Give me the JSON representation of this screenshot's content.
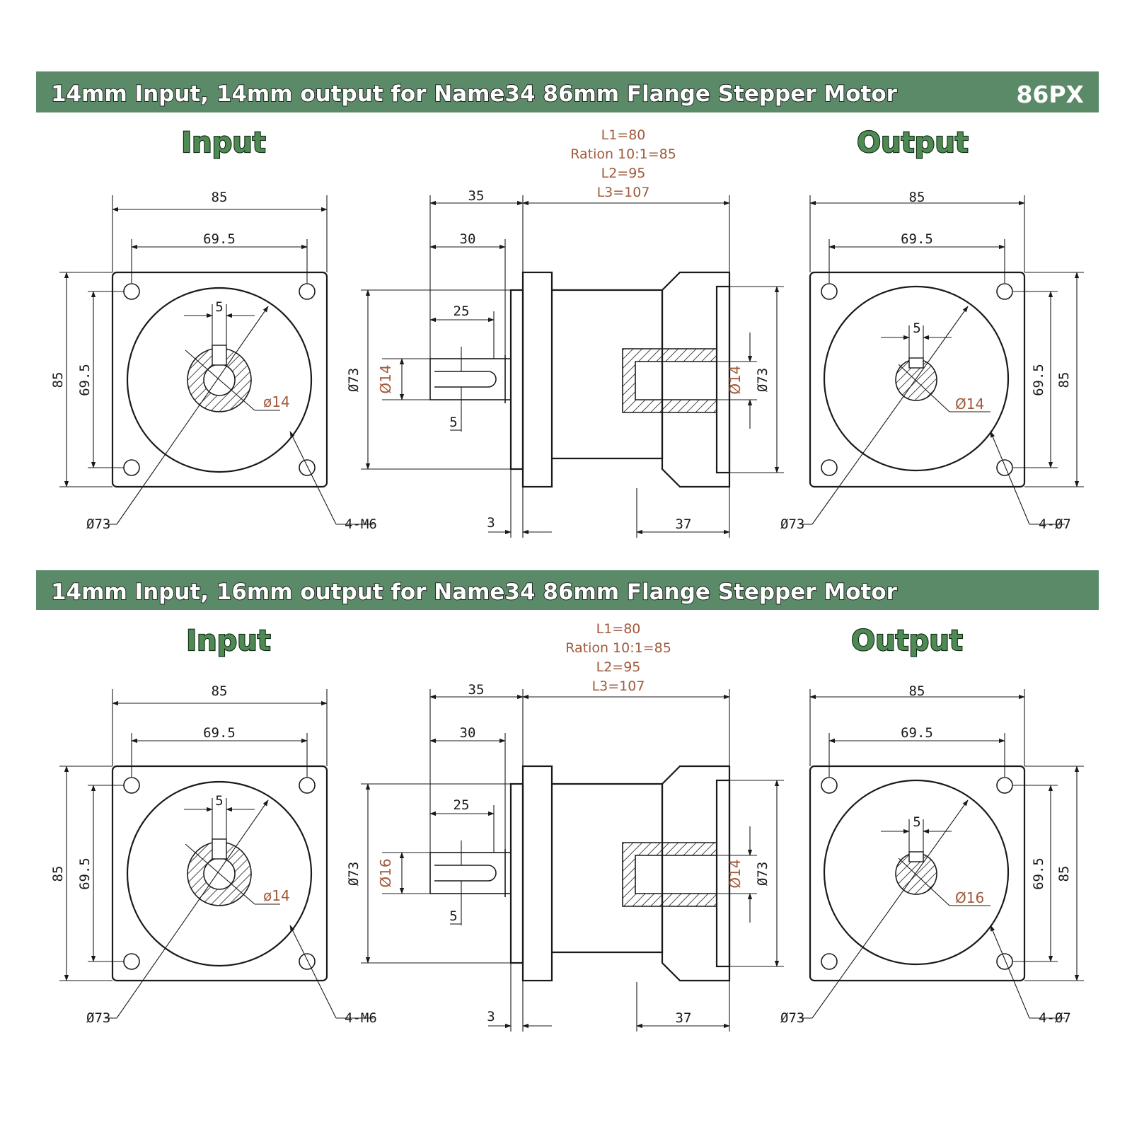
{
  "colors": {
    "banner": "#5b8a68",
    "label_green": "#4f8a55",
    "spec_brown": "#a15a3c",
    "line": "#1a1a1a"
  },
  "panels": [
    {
      "title": "14mm Input, 14mm output for Name34 86mm Flange Stepper Motor",
      "tag": "86PX",
      "input_label": "Input",
      "output_label": "Output",
      "specs": [
        "L1=80",
        "Ration 10:1=85",
        "L2=95",
        "L3=107"
      ],
      "input": {
        "width": "85",
        "bolt_spacing": "69.5",
        "height": "85",
        "bolt_spacing_v": "69.5",
        "key": "5",
        "bore": "ø14",
        "pilot": "Ø73",
        "holes": "4-M6"
      },
      "side": {
        "len_35": "35",
        "len_30": "30",
        "len_25": "25",
        "shaft_dia": "Ø14",
        "key": "5",
        "flange_dia": "Ø73",
        "bore_dia": "Ø14",
        "flange_dia_r": "Ø73",
        "t3": "3",
        "t37": "37"
      },
      "output": {
        "width": "85",
        "bolt_spacing": "69.5",
        "height": "85",
        "bolt_spacing_v": "69.5",
        "key": "5",
        "shaft": "Ø14",
        "pilot": "Ø73",
        "holes": "4-Ø7"
      }
    },
    {
      "title": "14mm Input, 16mm output for Name34 86mm Flange Stepper Motor",
      "tag": "",
      "input_label": "Input",
      "output_label": "Output",
      "specs": [
        "L1=80",
        "Ration 10:1=85",
        "L2=95",
        "L3=107"
      ],
      "input": {
        "width": "85",
        "bolt_spacing": "69.5",
        "height": "85",
        "bolt_spacing_v": "69.5",
        "key": "5",
        "bore": "ø14",
        "pilot": "Ø73",
        "holes": "4-M6"
      },
      "side": {
        "len_35": "35",
        "len_30": "30",
        "len_25": "25",
        "shaft_dia": "Ø16",
        "key": "5",
        "flange_dia": "Ø73",
        "bore_dia": "Ø14",
        "flange_dia_r": "Ø73",
        "t3": "3",
        "t37": "37"
      },
      "output": {
        "width": "85",
        "bolt_spacing": "69.5",
        "height": "85",
        "bolt_spacing_v": "69.5",
        "key": "5",
        "shaft": "Ø16",
        "pilot": "Ø73",
        "holes": "4-Ø7"
      }
    }
  ]
}
